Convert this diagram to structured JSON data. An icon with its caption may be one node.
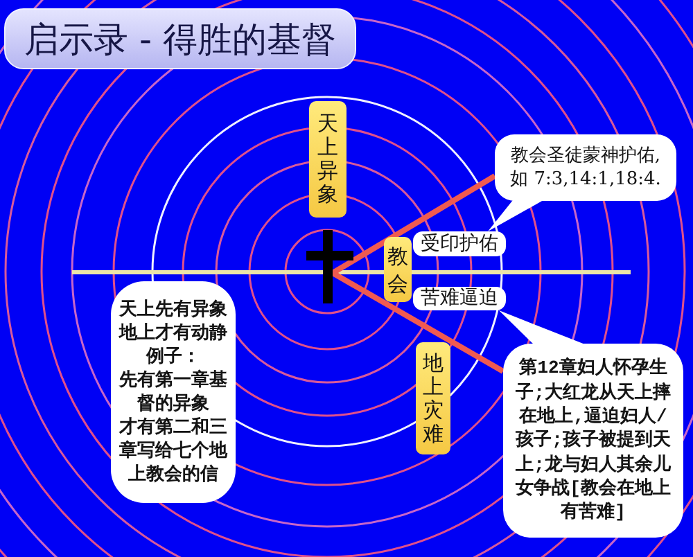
{
  "diagram": {
    "title": "启示录 - 得胜的基督",
    "nodes": [
      {
        "text": [
          "天上异象"
        ]
      },
      {
        "text": [
          "教会圣徒蒙神护佑,如 7:3,14:1,18:4."
        ]
      },
      {
        "text": [],
        "shape": "cross"
      },
      {
        "text": [
          "教会"
        ]
      },
      {
        "text": [
          "受印护佑"
        ]
      },
      {
        "text": [
          "苦难逼迫"
        ]
      },
      {
        "text": [
          "天上先有异象地上才有动静",
          "例子：",
          "先有第一章基督的异象",
          "才有第二和三章写给七个地上教会的信"
        ]
      },
      {
        "text": [
          "地上灾难"
        ]
      },
      {
        "text": [
          "第12章妇人怀孕生子;大红龙从天上摔在地上,逼迫妇人/孩子;孩子被提到天上;龙与妇人其余儿女争战[教会在地上有苦难]"
        ]
      }
    ],
    "edges": [
      {
        "from": 2,
        "to": 1,
        "arrow": "none"
      },
      {
        "from": 2,
        "to": 8,
        "arrow": "none"
      },
      {
        "from": 1,
        "to": 4,
        "arrow": "none",
        "color": "#ffffff"
      },
      {
        "from": 8,
        "to": 5,
        "arrow": "none",
        "color": "#ffffff"
      }
    ]
  }
}
